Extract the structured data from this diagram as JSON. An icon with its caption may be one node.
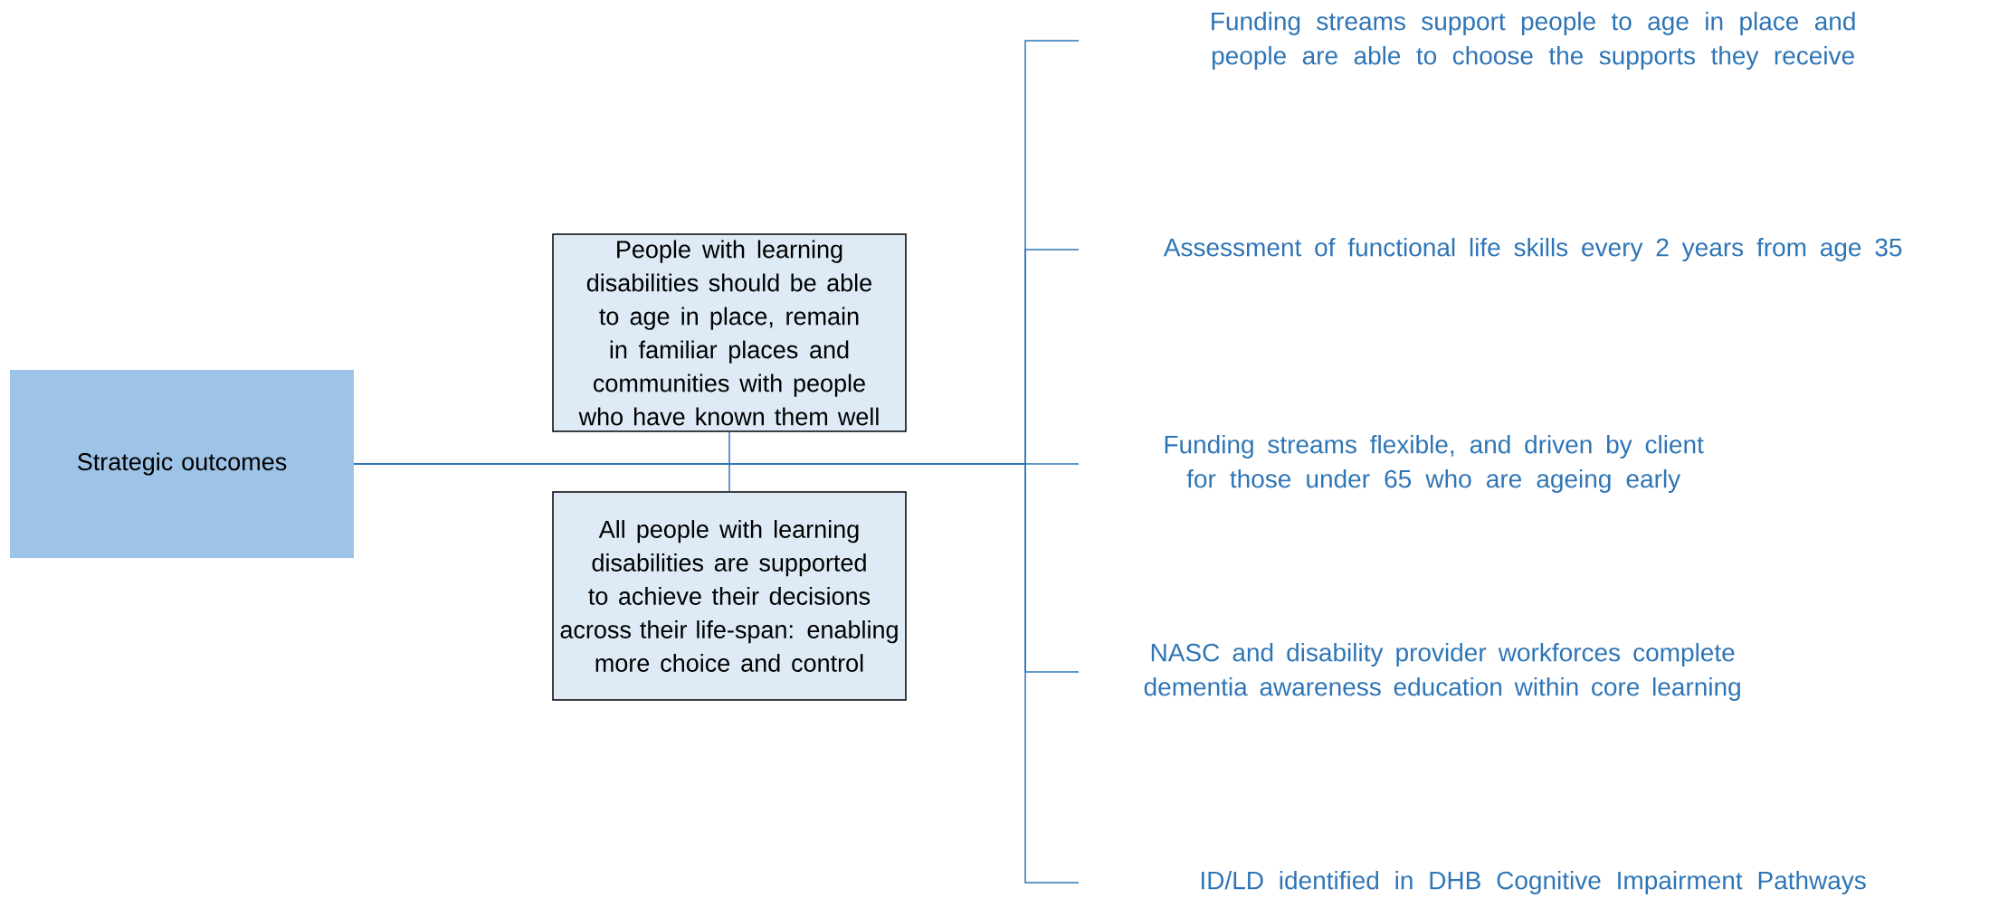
{
  "diagram": {
    "nodes": [
      {
        "text": [
          "Strategic outcomes"
        ]
      },
      {
        "text": [
          "People with learning disabilities should be able to age in place, remain in familiar places and communities with people who have known them well"
        ]
      },
      {
        "text": [
          "All people with learning disabilities are supported to achieve their decisions across their life-span: enabling more choice and control"
        ]
      },
      {
        "text": [
          "Funding streams support people to age in place and people are able to choose the supports they receive"
        ]
      },
      {
        "text": [
          "Assessment of functional life skills every 2 years from age 35"
        ]
      },
      {
        "text": [
          "Funding streams flexible, and driven by client for those under 65 who are ageing early"
        ]
      },
      {
        "text": [
          "NASC and disability provider workforces complete dementia awareness education within core learning"
        ]
      },
      {
        "text": [
          "ID/LD identified in DHB Cognitive Impairment Pathways"
        ]
      }
    ],
    "edges": [
      {
        "from": 0,
        "to": 1,
        "arrow": "none"
      },
      {
        "from": 0,
        "to": 2,
        "arrow": "none"
      },
      {
        "from": 0,
        "to": 3,
        "arrow": "none"
      },
      {
        "from": 0,
        "to": 4,
        "arrow": "none"
      },
      {
        "from": 0,
        "to": 5,
        "arrow": "none"
      },
      {
        "from": 0,
        "to": 6,
        "arrow": "none"
      },
      {
        "from": 0,
        "to": 7,
        "arrow": "none"
      }
    ]
  }
}
